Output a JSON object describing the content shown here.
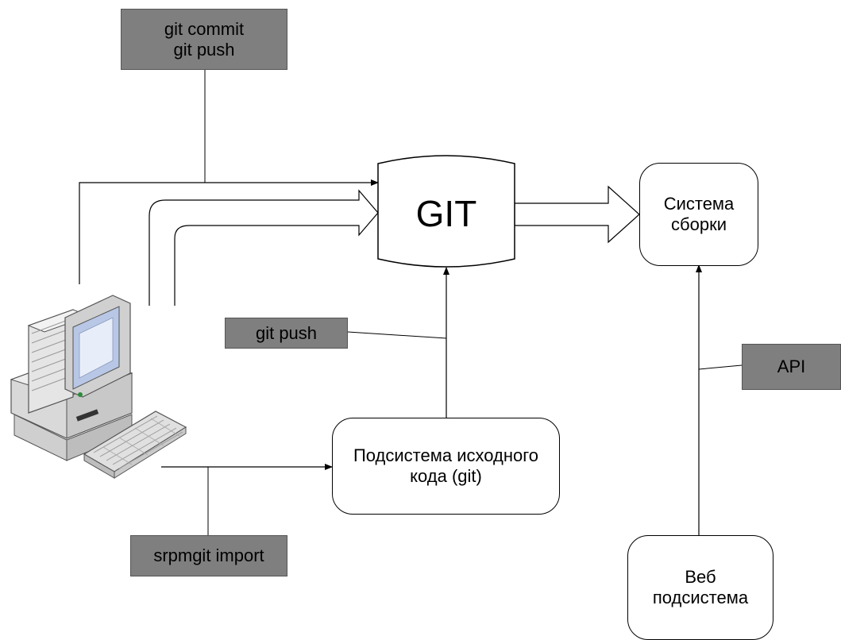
{
  "labels": {
    "commit_push": [
      "git commit",
      "git push"
    ],
    "git_push": "git push",
    "srpmgit_import": "srpmgit import",
    "api": "API"
  },
  "nodes": {
    "git": "GIT",
    "build_system": [
      "Система",
      "сборки"
    ],
    "source_subsystem": [
      "Подсистема исходного",
      "кода (git)"
    ],
    "web_subsystem": [
      "Веб",
      "подсистема"
    ]
  },
  "colors": {
    "label_fill": "#7f7f7f",
    "stroke": "#000000"
  },
  "icons": [
    "computer-icon",
    "keyboard-icon"
  ]
}
